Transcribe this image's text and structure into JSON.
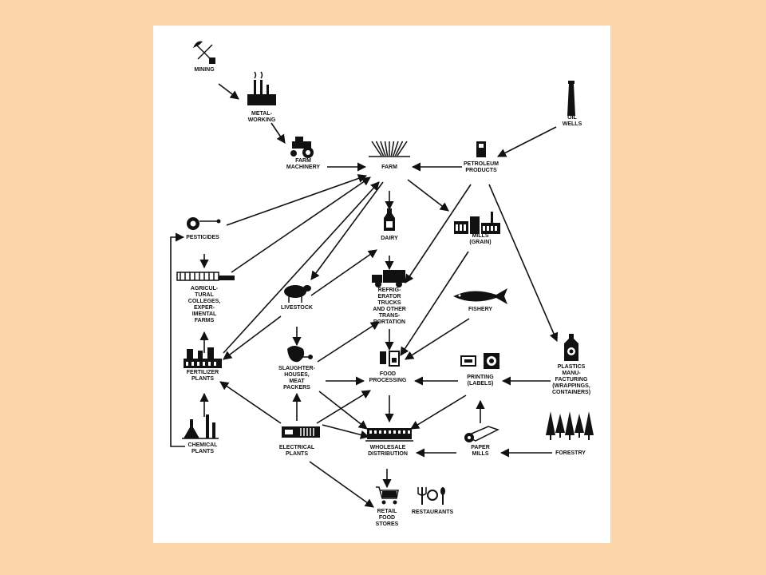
{
  "colors": {
    "background": "#fcd5a8",
    "panel": "#ffffff",
    "ink": "#111111"
  },
  "nodes": {
    "mining": {
      "label": [
        "MINING"
      ],
      "icon": "pick-shovel-icon"
    },
    "metalworking": {
      "label": [
        "METAL-",
        "WORKING"
      ],
      "icon": "factory-icon"
    },
    "farm_machinery": {
      "label": [
        "FARM",
        "MACHINERY"
      ],
      "icon": "tractor-icon"
    },
    "farm": {
      "label": [
        "FARM"
      ],
      "icon": "crop-field-icon"
    },
    "petroleum": {
      "label": [
        "PETROLEUM",
        "PRODUCTS"
      ],
      "icon": "gas-pump-icon"
    },
    "oil_wells": {
      "label": [
        "OIL",
        "WELLS"
      ],
      "icon": "oil-derrick-icon"
    },
    "pesticides": {
      "label": [
        "PESTICIDES"
      ],
      "icon": "sprayer-icon"
    },
    "dairy": {
      "label": [
        "DAIRY"
      ],
      "icon": "milk-bottle-icon"
    },
    "mills": {
      "label": [
        "MILLS",
        "(GRAIN)"
      ],
      "icon": "grain-mill-icon"
    },
    "ag_colleges": {
      "label": [
        "AGRICUL-",
        "TURAL",
        "COLLEGES,",
        "EXPER-",
        "IMENTAL",
        "FARMS"
      ],
      "icon": "greenhouse-icon"
    },
    "livestock": {
      "label": [
        "LIVESTOCK"
      ],
      "icon": "sheep-icon"
    },
    "trucks": {
      "label": [
        "REFRIG-",
        "ERATOR",
        "TRUCKS",
        "AND OTHER",
        "TRANS-",
        "PORTATION"
      ],
      "icon": "truck-icon"
    },
    "fishery": {
      "label": [
        "FISHERY"
      ],
      "icon": "fish-icon"
    },
    "fertilizer": {
      "label": [
        "FERTILIZER",
        "PLANTS"
      ],
      "icon": "fertilizer-plant-icon"
    },
    "slaughter": {
      "label": [
        "SLAUGHTER-",
        "HOUSES,",
        "MEAT",
        "PACKERS"
      ],
      "icon": "ham-icon"
    },
    "food_processing": {
      "label": [
        "FOOD",
        "PROCESSING"
      ],
      "icon": "cans-icon"
    },
    "printing": {
      "label": [
        "PRINTING",
        "(LABELS)"
      ],
      "icon": "printing-press-icon"
    },
    "plastics": {
      "label": [
        "PLASTICS",
        "MANU-",
        "FACTURING",
        "(WRAPPINGS,",
        "CONTAINERS)"
      ],
      "icon": "plastic-bottle-icon"
    },
    "chemical": {
      "label": [
        "CHEMICAL",
        "PLANTS"
      ],
      "icon": "lab-flask-icon"
    },
    "electrical": {
      "label": [
        "ELECTRICAL",
        "PLANTS"
      ],
      "icon": "generator-icon"
    },
    "wholesale": {
      "label": [
        "WHOLESALE",
        "DISTRIBUTION"
      ],
      "icon": "warehouse-icon"
    },
    "paper_mills": {
      "label": [
        "PAPER",
        "MILLS"
      ],
      "icon": "paper-roll-icon"
    },
    "forestry": {
      "label": [
        "FORESTRY"
      ],
      "icon": "trees-icon"
    },
    "retail": {
      "label": [
        "RETAIL",
        "FOOD",
        "STORES"
      ],
      "icon": "shopping-cart-icon"
    },
    "restaurants": {
      "label": [
        "RESTAURANTS"
      ],
      "icon": "cutlery-icon"
    }
  },
  "edges": [
    [
      "mining",
      "metalworking"
    ],
    [
      "metalworking",
      "farm_machinery"
    ],
    [
      "farm_machinery",
      "farm"
    ],
    [
      "petroleum",
      "farm"
    ],
    [
      "oil_wells",
      "petroleum"
    ],
    [
      "pesticides",
      "farm"
    ],
    [
      "ag_colleges",
      "farm"
    ],
    [
      "fertilizer",
      "farm"
    ],
    [
      "farm",
      "dairy"
    ],
    [
      "farm",
      "mills"
    ],
    [
      "farm",
      "livestock"
    ],
    [
      "petroleum",
      "trucks"
    ],
    [
      "petroleum",
      "plastics"
    ],
    [
      "pesticides",
      "ag_colleges"
    ],
    [
      "dairy",
      "trucks"
    ],
    [
      "livestock",
      "dairy"
    ],
    [
      "livestock",
      "slaughter"
    ],
    [
      "livestock",
      "fertilizer"
    ],
    [
      "mills",
      "food_processing"
    ],
    [
      "fishery",
      "food_processing"
    ],
    [
      "trucks",
      "food_processing"
    ],
    [
      "slaughter",
      "trucks"
    ],
    [
      "slaughter",
      "food_processing"
    ],
    [
      "slaughter",
      "wholesale"
    ],
    [
      "printing",
      "food_processing"
    ],
    [
      "plastics",
      "printing"
    ],
    [
      "paper_mills",
      "printing"
    ],
    [
      "forestry",
      "paper_mills"
    ],
    [
      "food_processing",
      "wholesale"
    ],
    [
      "printing",
      "wholesale"
    ],
    [
      "paper_mills",
      "wholesale"
    ],
    [
      "electrical",
      "slaughter"
    ],
    [
      "electrical",
      "food_processing"
    ],
    [
      "electrical",
      "wholesale"
    ],
    [
      "electrical",
      "fertilizer"
    ],
    [
      "electrical",
      "retail"
    ],
    [
      "chemical",
      "fertilizer"
    ],
    [
      "fertilizer",
      "ag_colleges"
    ],
    [
      "wholesale",
      "retail"
    ],
    [
      "chemical",
      "pesticides"
    ]
  ]
}
